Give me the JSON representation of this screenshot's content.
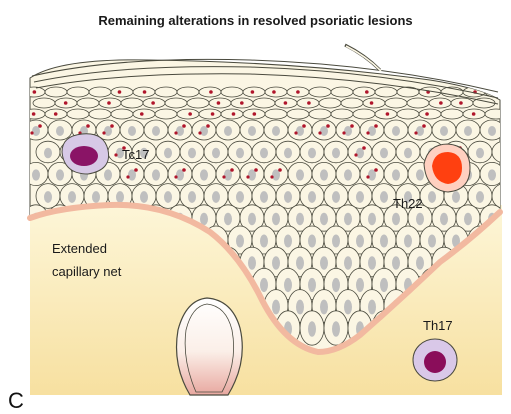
{
  "figure": {
    "title": "Remaining alterations in resolved psoriatic lesions",
    "panel_letter": "C",
    "labels": {
      "tc17": "Tc17",
      "th22": "Th22",
      "th17": "Th17",
      "capillary_line1": "Extended",
      "capillary_line2": "capillary net"
    },
    "colors": {
      "dermis_top": "#fdf6d8",
      "dermis_bottom": "#f8e4a6",
      "basement_membrane": "#f2b9a0",
      "cell_fill": "#fbf6e4",
      "cell_stroke": "#4a4a3e",
      "nucleus": "#bfbfbf",
      "granule": "#b0152b",
      "tc17_cell": "#d7c9e6",
      "tc17_nucleus": "#8a1466",
      "th17_cell": "#d9c8e8",
      "th17_nucleus": "#8a0d5a",
      "red_cell": "#ff4010"
    }
  }
}
